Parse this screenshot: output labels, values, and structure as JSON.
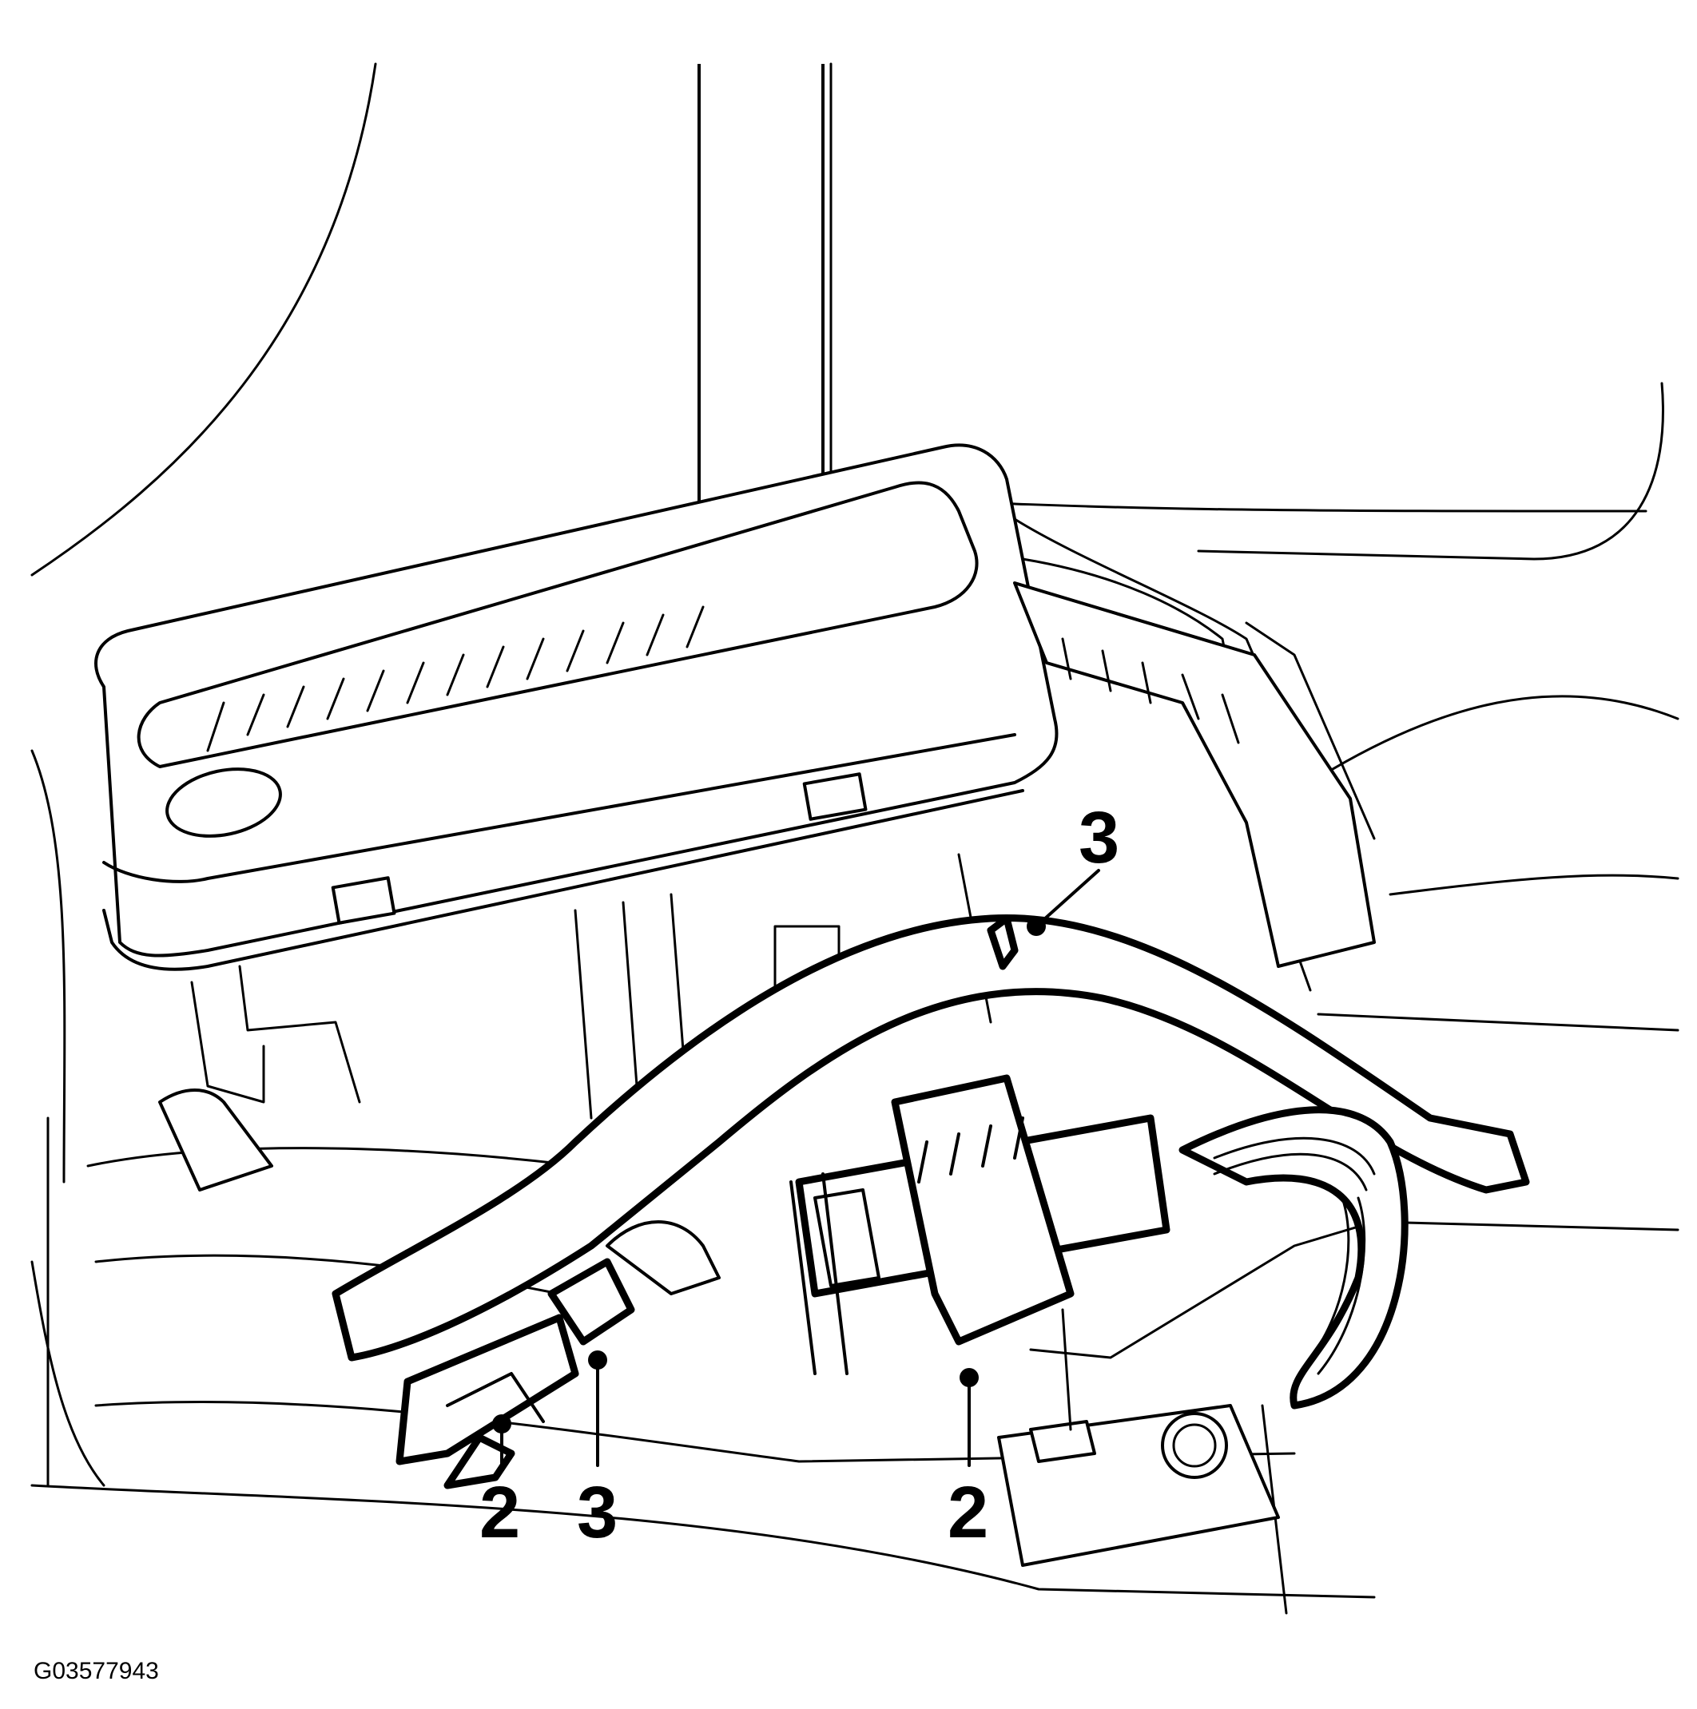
{
  "figure_id": "G03577943",
  "callouts": [
    {
      "label": "3",
      "part": "wire harness clip (upper)"
    },
    {
      "label": "2",
      "part": "electrical connector (left)"
    },
    {
      "label": "3",
      "part": "wire harness clip (lower)"
    },
    {
      "label": "2",
      "part": "electrical connector (center)"
    }
  ]
}
